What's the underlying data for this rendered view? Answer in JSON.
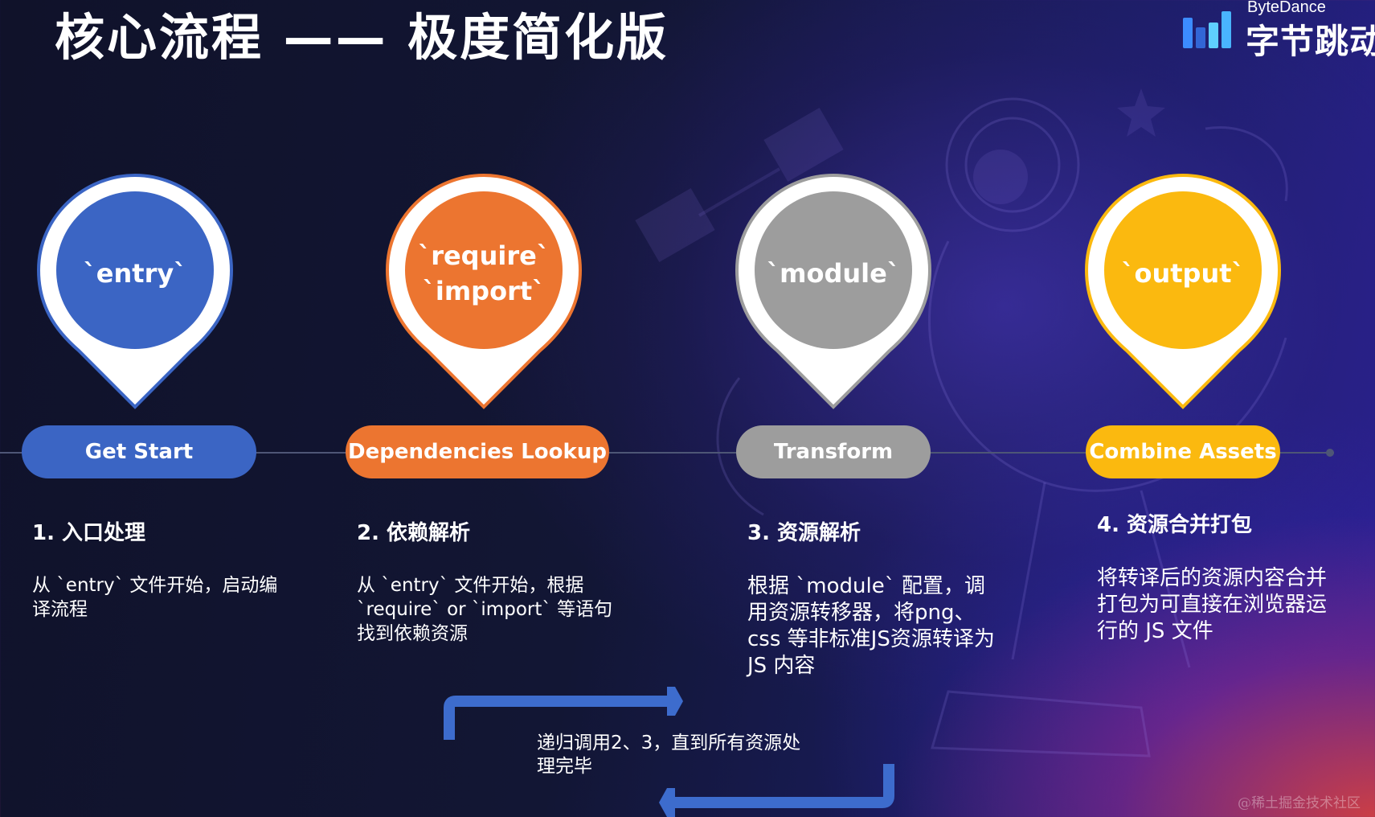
{
  "title": "核心流程 —— 极度简化版",
  "logo": {
    "en": "ByteDance",
    "cn": "字节跳动"
  },
  "colors": {
    "blue": "#3b65c4",
    "orange": "#ec7530",
    "gray": "#9d9d9d",
    "yellow": "#fbb90f",
    "arrow": "#3d6ccd"
  },
  "stages": [
    {
      "pin_label": "`entry`",
      "pill": "Get Start",
      "step_title": "1. 入口处理",
      "step_desc": "从 `entry` 文件开始，启动编译流程"
    },
    {
      "pin_label": "`require`\n`import`",
      "pill": "Dependencies Lookup",
      "step_title": "2. 依赖解析",
      "step_desc": "从 `entry` 文件开始，根据 `require` or `import` 等语句找到依赖资源"
    },
    {
      "pin_label": "`module`",
      "pill": "Transform",
      "step_title": "3. 资源解析",
      "step_desc": "根据 `module` 配置，调用资源转移器，将png、css 等非标准JS资源转译为 JS 内容"
    },
    {
      "pin_label": "`output`",
      "pill": "Combine Assets",
      "step_title": "4. 资源合并打包",
      "step_desc": "将转译后的资源内容合并打包为可直接在浏览器运行的 JS 文件"
    }
  ],
  "loop_text": "递归调用2、3，直到所有资源处理完毕",
  "watermark": "@稀土掘金技术社区"
}
